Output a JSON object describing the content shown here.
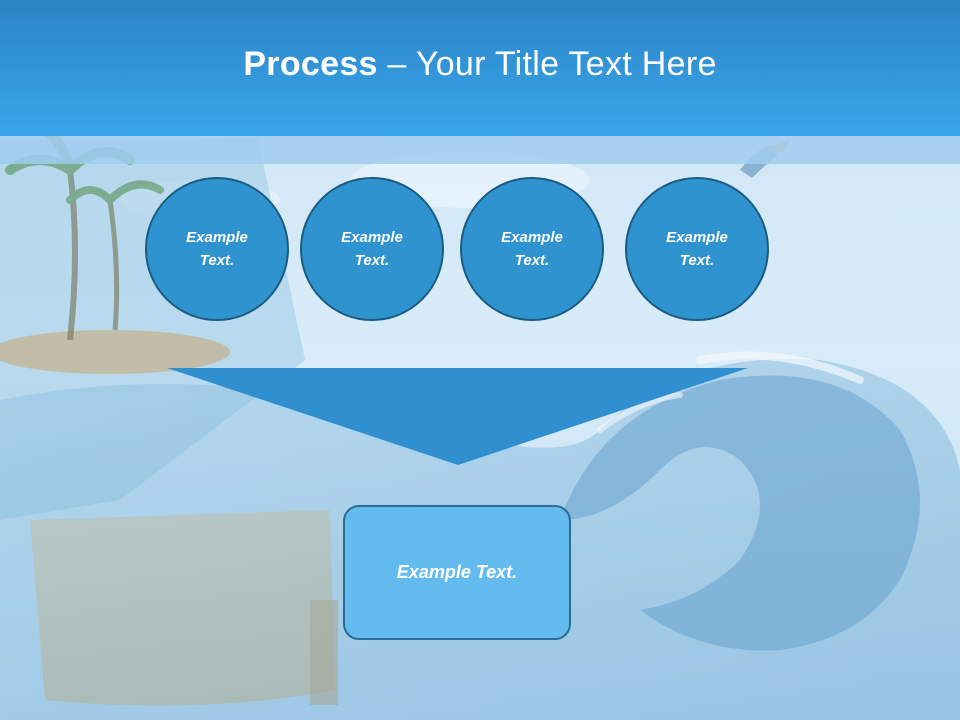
{
  "slide": {
    "title_bold": "Process",
    "title_rest": " – Your Title Text Here"
  },
  "process_steps": [
    {
      "text": "Example Text."
    },
    {
      "text": "Example Text."
    },
    {
      "text": "Example Text."
    },
    {
      "text": "Example Text."
    }
  ],
  "result": {
    "text": "Example Text."
  },
  "colors": {
    "header": "#3aa6ea",
    "circle_fill": "#2f93cf",
    "circle_border": "#1b5c83",
    "funnel": "#2f8fcf",
    "result_fill": "#63bbf0"
  },
  "background_illustration": [
    "palm-tree-icon",
    "island-icon",
    "ocean-wave-icon",
    "open-book-icon",
    "parrot-icon"
  ]
}
